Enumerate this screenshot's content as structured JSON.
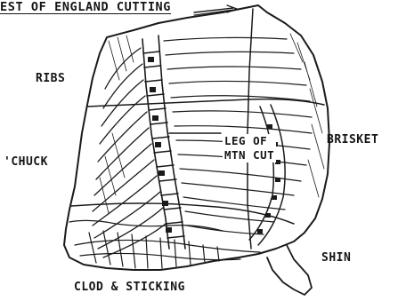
{
  "diagram": {
    "title": "EST OF ENGLAND CUTTING",
    "labels": {
      "ribs": "RIBS",
      "chuck": "'CHUCK",
      "brisket": "BRISKET",
      "leg_of_mtn_cut_line1": "LEG OF",
      "leg_of_mtn_cut_line2": "MTN CUT",
      "shin": "SHIN",
      "clod_and_sticking": "CLOD & STICKING"
    }
  }
}
